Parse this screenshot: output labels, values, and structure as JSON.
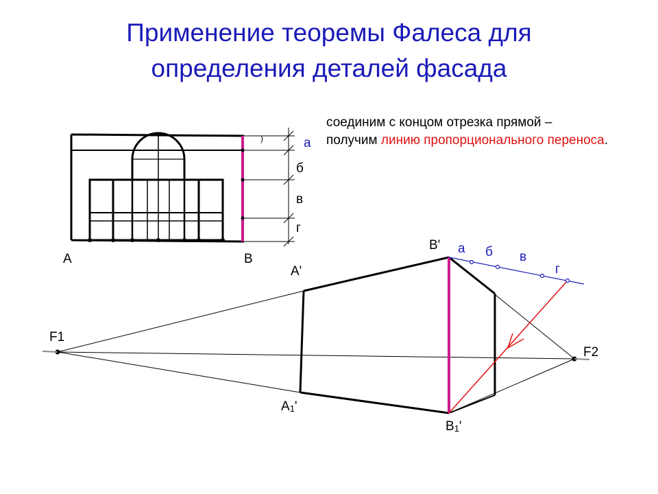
{
  "title": {
    "line1": "Применение теоремы Фалеса для",
    "line2": "определения деталей фасада"
  },
  "note": {
    "part1": "соединим с концом отрезка прямой –",
    "part2": "получим ",
    "highlight": "линию пропорционального переноса",
    "part3": "."
  },
  "labels": {
    "A": "A",
    "B": "B",
    "A_prime": "A'",
    "B_prime": "B'",
    "A1": "A",
    "A1_sub": "1",
    "A1_tick": "'",
    "B1": "B",
    "B1_sub": "1",
    "B1_tick": "'",
    "F1": "F1",
    "F2": "F2"
  },
  "facade_scale": [
    "а",
    "б",
    "в",
    "г"
  ],
  "perspective_scale": [
    "а",
    "б",
    "в",
    "г"
  ],
  "colors": {
    "title": "#1a1ab8",
    "scale_letters": "#1a1ab8",
    "scale_line": "#1a1ab8",
    "magenta_edge": "#cc1a8c",
    "transfer_line": "#e01010",
    "highlight_text": "#e01010"
  }
}
